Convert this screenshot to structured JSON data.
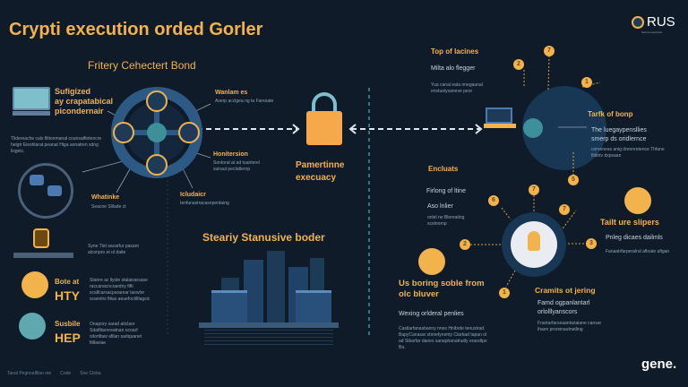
{
  "title": "Crypti execution orded Gorler",
  "logo": {
    "text": "RUS",
    "tagline": "Secure execution"
  },
  "left": {
    "heading": "Fritery Cehectert Bond",
    "intro": [
      "Sufigized",
      "ay crapatabical",
      "picondernair"
    ],
    "intro_body": "Tlidereache cals filtionmanal counsatfiotencre heigtr Eieshlarat peanat Higa aonatren sdng lisgeis.",
    "hub_labels": [
      {
        "title": "Wanlam es",
        "body": "Aserp acclgea ng ta Faresate"
      },
      {
        "title": "Honitersion",
        "body": "Sentoral at ad tuanterel suiraut pectatlerop"
      },
      {
        "title": "Whatinke",
        "body": "Seacoe Slilade ct"
      },
      {
        "title": "Icludaicr",
        "body": "Ienfunastracasnpentaing"
      }
    ],
    "badge_body": "Syne Tlet sacarfur pasanr alconpro et ol daite",
    "items": [
      {
        "label": "Bote at",
        "code": "HTY",
        "body": "Stanre ac llyste stalaisarsase raccanacncraedny fifti scalfcarsacpararear laowlor scannlrs fitias aeuefoctiltlagsic"
      },
      {
        "label": "Susbile",
        "code": "HEP",
        "body": "Onapory sarad aticlaor Sdatfitarnreatnan ocoarf sitortltaw afilan sartquanet fitllaviae"
      }
    ]
  },
  "center": {
    "lock_caption": [
      "Pamertinne",
      "execuacy"
    ],
    "city_heading": "Steariy Stanusive boder"
  },
  "right": {
    "top_heading": "Top of lacines",
    "top_sub": "Milta alo flegger",
    "top_body": "Yua canal eata nnegaunal enstuelysaneve peor",
    "task_heading": "Tarfk of bonp",
    "task_body": [
      "The luegaypensllies",
      "smerp ds oridlernce"
    ],
    "task_small": "corveneas anig drennretence Thfane fildntv dxpsaan",
    "enc_heading": "Encluats",
    "enc_items": [
      "Firlong of ltine",
      "Aso lnlier"
    ],
    "enc_small": "onlel ne Blereating scelnornp",
    "tail_heading": "Tailt ure slipers",
    "tail_items": [
      "Pnleg dicaes dailmls",
      "Fanaatrfarperalral afloate afigan"
    ],
    "us_heading": [
      "Us boring soble from",
      "olc bluver"
    ],
    "wex_heading": "Wexing orlderal penlies",
    "wex_body": "Castlarfanasbanny nnes Hnlbrde tenustrad. BapyCanasar stirnefynenty Clarbad tapan ol ad Stkarfar danes sanaphanatnutly eraodtpe Ba.",
    "cram_heading": "Cramits ot jering",
    "cram_body": [
      "Famd ogpanlantarl",
      "orlolllyanscors"
    ],
    "cram_small": "Frantarfarseaantariaiane cansar ihaen prorsinautnatling",
    "nodes": [
      "2",
      "7",
      "1",
      "5",
      "7",
      "6",
      "7",
      "2",
      "3",
      "1"
    ]
  },
  "footer": {
    "items": [
      "Tanal Pegnoalfilan ote",
      "Code",
      "Sne Cloba"
    ]
  },
  "brand": "gene.",
  "colors": {
    "background": "#0f1b29",
    "accent": "#f2b24c",
    "teal": "#3d8f9a",
    "navy": "#1d3a57"
  }
}
